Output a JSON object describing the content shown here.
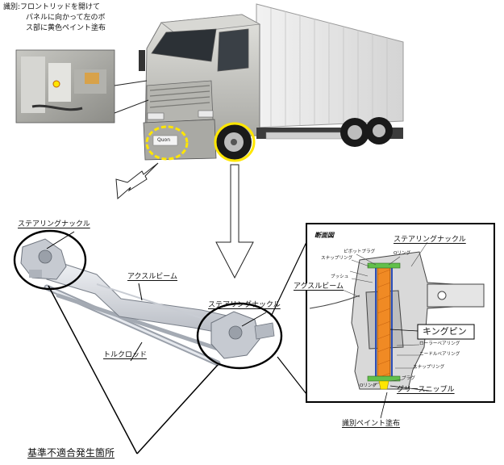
{
  "callout": {
    "line1": "識別:フロントリッドを開けて",
    "line2": "パネルに向かって左のボ",
    "line3": "ス部に黄色ペイント塗布"
  },
  "truck": {
    "badge": "Quon"
  },
  "labels": {
    "steering_knuckle_left": "ステアリングナックル",
    "steering_knuckle_right": "ステアリングナックル",
    "axle_beam": "アクスルビーム",
    "torque_rod": "トルクロッド",
    "nonconformity_location": "基準不適合発生箇所"
  },
  "cross_section": {
    "title": "断面図",
    "steering_knuckle": "ステアリングナックル",
    "axle_beam": "アクスルビーム",
    "king_pin": "キングピン",
    "grease_nipple": "グリースニップル",
    "identification_paint": "識別ペイント塗布",
    "parts": {
      "pivot_plug": "ピボットプラグ",
      "o_ring_top": "Oリング",
      "snap_ring_top": "スナップリング",
      "bush": "ブッシュ",
      "roller_bearing": "ローラーベアリング",
      "needle_bearing": "ニードルベアリング",
      "snap_ring_bottom": "スナップリング",
      "plug": "プラグ",
      "o_ring_bottom": "Oリング"
    }
  },
  "colors": {
    "highlight_yellow": "#ffe600",
    "king_pin_orange": "#f08a24",
    "seal_green": "#62c04a",
    "cab_silver": "#c9c9c4",
    "frame": "#000000"
  }
}
